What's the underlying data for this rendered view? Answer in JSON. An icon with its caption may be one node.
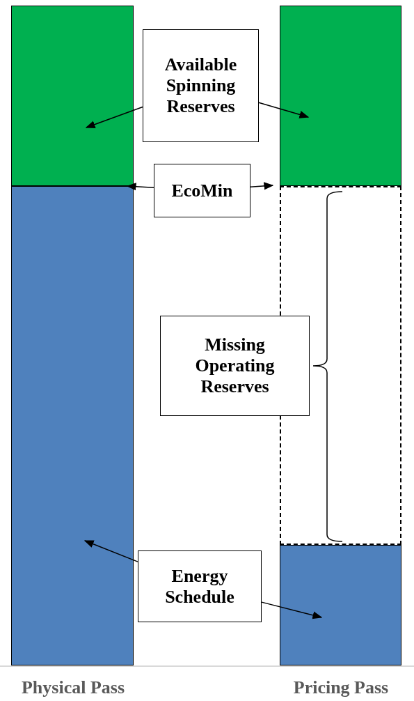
{
  "diagram": {
    "nodes": [
      {
        "text": [],
        "shape": "bar"
      },
      {
        "text": [
          "Available Spinning Reserves"
        ]
      },
      {
        "text": [],
        "shape": "bar"
      },
      {
        "text": [
          "EcoMin"
        ]
      },
      {
        "text": [],
        "shape": "bar"
      },
      {
        "text": [],
        "shape": "box"
      },
      {
        "text": [
          "Missing Operating Reserves"
        ]
      },
      {
        "text": [
          "Energy Schedule"
        ]
      },
      {
        "text": [],
        "shape": "bar"
      }
    ],
    "edges": [
      {
        "from": 1,
        "to": 0,
        "arrow": "to"
      },
      {
        "from": 1,
        "to": 2,
        "arrow": "to"
      },
      {
        "from": 3,
        "to": 4,
        "arrow": "to"
      },
      {
        "from": 3,
        "to": 5,
        "arrow": "to"
      },
      {
        "from": 7,
        "to": 4,
        "arrow": "to"
      },
      {
        "from": 7,
        "to": 8,
        "arrow": "to"
      }
    ],
    "labels": [
      "Physical Pass",
      "Pricing Pass"
    ]
  }
}
